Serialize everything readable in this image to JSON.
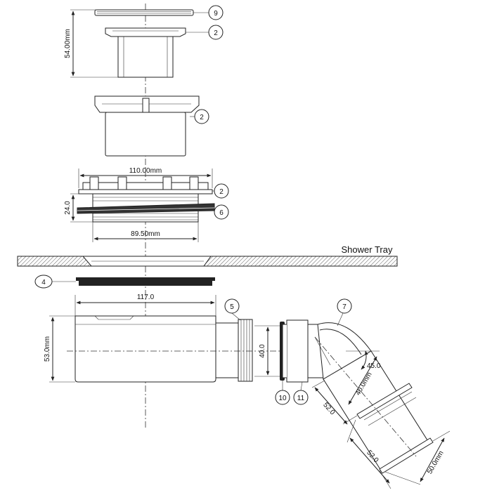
{
  "callouts": [
    "9",
    "2",
    "2",
    "2",
    "6",
    "4",
    "5",
    "7",
    "10",
    "11"
  ],
  "dimensions": {
    "height_top": "54.00mm",
    "width_flange": "110.00mm",
    "height_thread": "24.0",
    "width_thread": "89.50mm",
    "width_trap": "117.0",
    "height_trap": "53.0mm",
    "outlet_height": "40.0",
    "elbow_angle": "45.0",
    "elbow_diameter": "40.0mm",
    "elbow_length_1": "52.0",
    "elbow_length_2": "52.0",
    "pipe_diameter": "50.0mm"
  },
  "labels": {
    "shower_tray": "Shower Tray"
  }
}
